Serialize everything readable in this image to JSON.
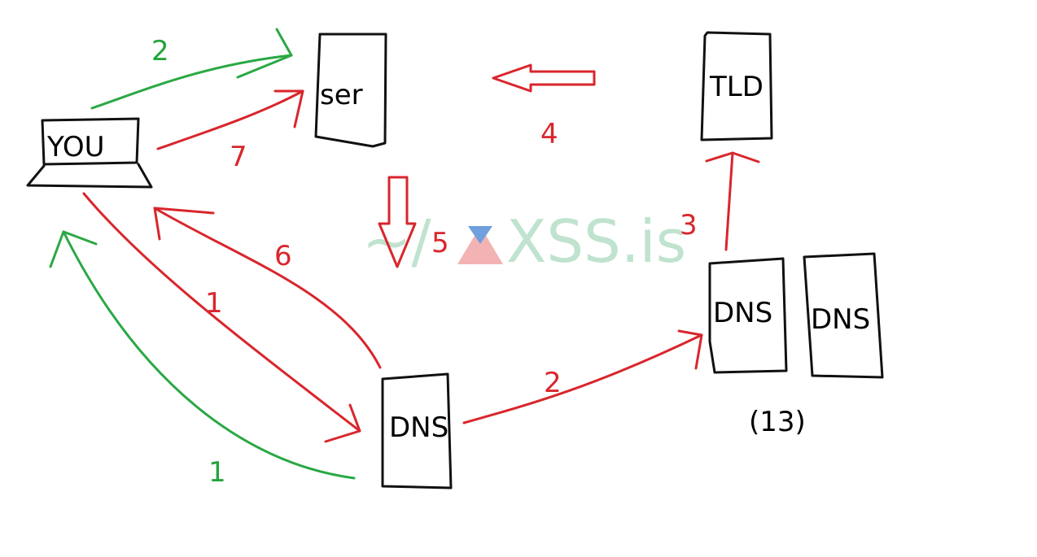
{
  "nodes": {
    "you": "YOU",
    "ser": "ser",
    "tld": "TLD",
    "dns_resolver": "DNS",
    "dns_root_a": "DNS",
    "dns_root_b": "DNS",
    "root_count": "(13)"
  },
  "steps": {
    "green_top": "2",
    "green_bottom": "1",
    "red_you_to_dns": "1",
    "red_dns_to_root": "2",
    "red_root_to_tld": "3",
    "red_tld_to_ser": "4",
    "red_ser_to_dns": "5",
    "red_dns_to_you": "6",
    "red_you_to_ser": "7"
  },
  "watermark": {
    "prefix": "~/",
    "brand": "XSS.is"
  },
  "colors": {
    "red": "#d8262c",
    "green": "#2aa844",
    "black": "#111111",
    "watermark_green": "#bfe3cf",
    "watermark_red": "#f3b3b5",
    "watermark_blue": "#6f9fdc"
  }
}
